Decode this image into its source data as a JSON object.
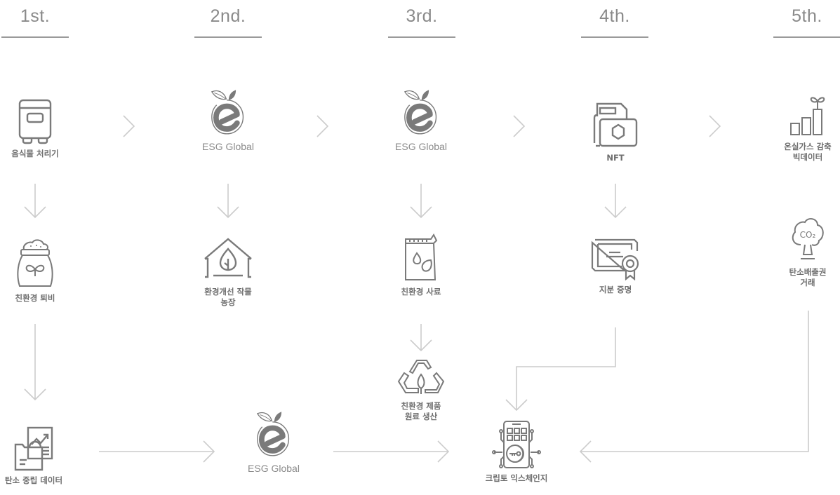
{
  "steps": [
    {
      "label": "1st."
    },
    {
      "label": "2nd."
    },
    {
      "label": "3rd."
    },
    {
      "label": "4th."
    },
    {
      "label": "5th."
    }
  ],
  "nodes": {
    "food_processor": {
      "label": "음식물 처리기",
      "icon": "food-waste-processor-icon"
    },
    "eco_compost": {
      "label": "친환경 퇴비",
      "icon": "compost-bag-icon"
    },
    "carbon_neutral_data": {
      "label": "탄소 중립 데이터",
      "icon": "data-folder-chart-icon"
    },
    "esg_global_2": {
      "label": "ESG Global",
      "icon": "esg-global-logo-icon"
    },
    "eco_farm": {
      "label": "환경개선 작물\n농장",
      "icon": "greenhouse-leaf-icon"
    },
    "esg_global_3": {
      "label": "ESG Global",
      "icon": "esg-global-logo-icon"
    },
    "eco_feed": {
      "label": "친환경 사료",
      "icon": "feed-bag-icon"
    },
    "eco_raw_material": {
      "label": "친환경 제품\n원료 생산",
      "icon": "recycle-leaf-icon"
    },
    "esg_global_bottom": {
      "label": "ESG Global",
      "icon": "esg-global-logo-icon"
    },
    "nft": {
      "label": "NFT",
      "icon": "nft-folder-icon"
    },
    "equity_proof": {
      "label": "지분 증명",
      "icon": "certificate-icon"
    },
    "crypto_exchange": {
      "label": "크립토 익스체인지",
      "icon": "crypto-phone-key-icon"
    },
    "ghg_bigdata": {
      "label": "온실가스 감축\n빅데이터",
      "icon": "growth-bars-sprout-icon"
    },
    "carbon_credit_trade": {
      "label": "탄소배출권\n거래",
      "icon": "co2-tree-icon"
    }
  },
  "colors": {
    "icon": "#7a7a7a",
    "connector": "#cccccc",
    "heading_rule": "#9a9a9a",
    "text": "#6e6e6e"
  }
}
